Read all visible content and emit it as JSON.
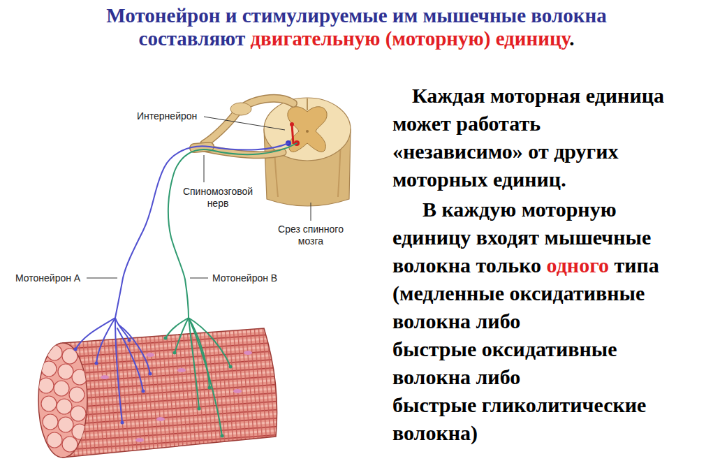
{
  "diagram": {
    "title": "Мотонейрон и стимулируемые им мышечные волокна составляют двигательную (моторную) единицу.",
    "labels": [
      "Интернейрон",
      "Спиномозговой нерв",
      "Срез спинного мозга",
      "Мотонейрон А",
      "Мотонейрон В",
      "Каждая моторная единица может работать «независимо» от других моторных единиц.",
      "В каждую моторную единицу входят мышечные волокна только одного типа (медленные оксидативные волокна либо быстрые оксидативные волокна либо быстрые гликолитические волокна)"
    ]
  }
}
